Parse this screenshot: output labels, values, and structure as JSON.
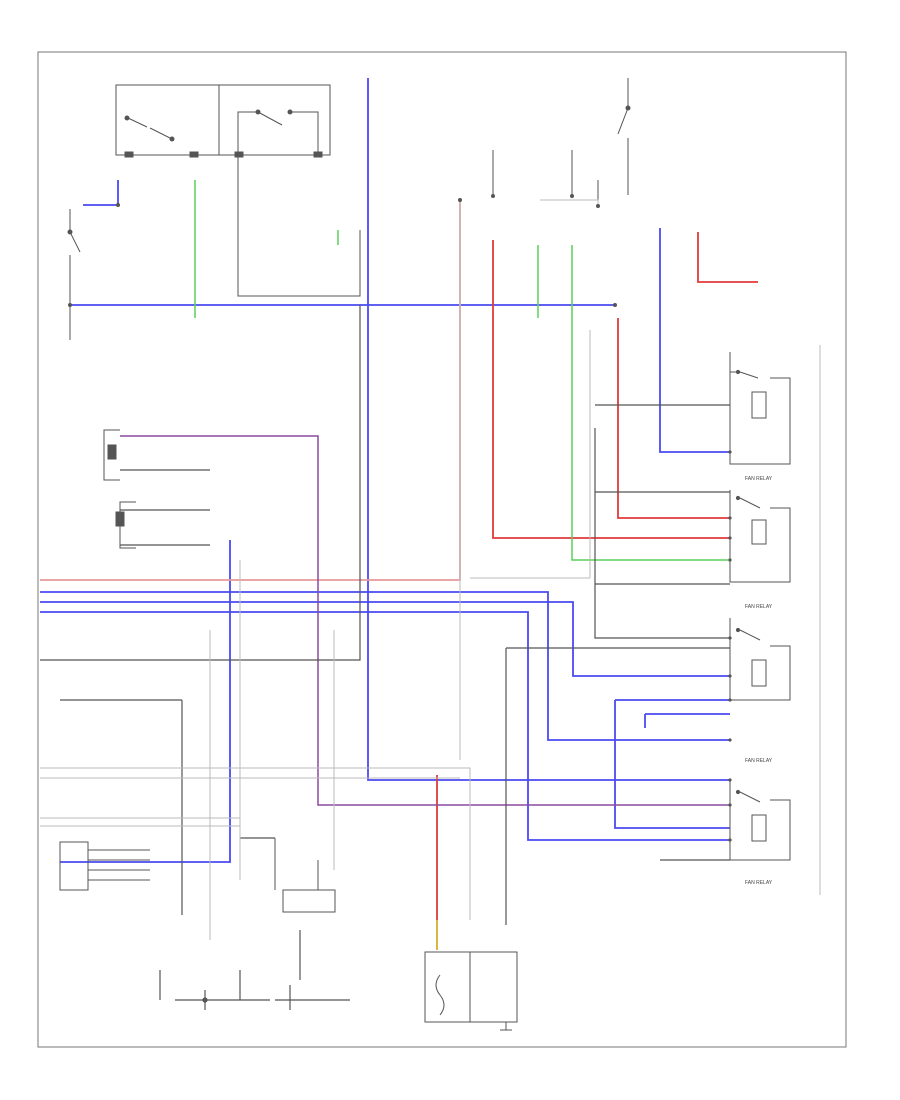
{
  "diagram": {
    "footer_code": "",
    "relay_labels": [
      "FAN RELAY",
      "FAN RELAY",
      "FAN RELAY",
      "FAN RELAY"
    ],
    "wire_colors": {
      "blue": "#4a4af0",
      "red": "#e03a3a",
      "green": "#5ad05a",
      "purple": "#8a4aa0",
      "black": "#555555",
      "light": "#bbbbbb",
      "yellow": "#d9b840"
    }
  }
}
